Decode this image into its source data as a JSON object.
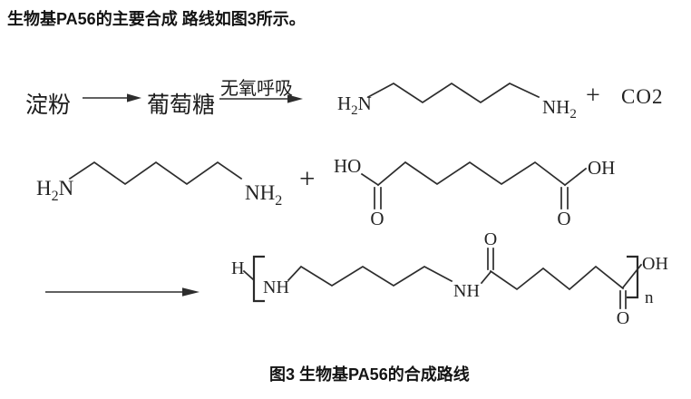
{
  "intro": {
    "text": "生物基PA56的主要合成 路线如图3所示。"
  },
  "figure": {
    "caption": "图3 生物基PA56的合成路线",
    "step1": {
      "starch": "淀粉",
      "glucose": "葡萄糖",
      "condition": "无氧呼吸",
      "plus": "+",
      "co2": "CO2"
    },
    "step2": {
      "plus": "+"
    },
    "atoms": {
      "H": "H",
      "two": "2",
      "N": "N",
      "NH": "NH",
      "HO": "HO",
      "OH": "OH",
      "O": "O",
      "n": "n"
    },
    "structures": {
      "diamine_as_drawn": "H2N(CH2)5NH2",
      "diacid_as_drawn": "HOOC(CH2)5COOH",
      "polymer_as_drawn": "H-[NH(CH2)5NH-CO(CH2)4CO-]n-OH"
    }
  },
  "colors": {
    "ink": "#2d2d2d",
    "background": "#ffffff"
  }
}
